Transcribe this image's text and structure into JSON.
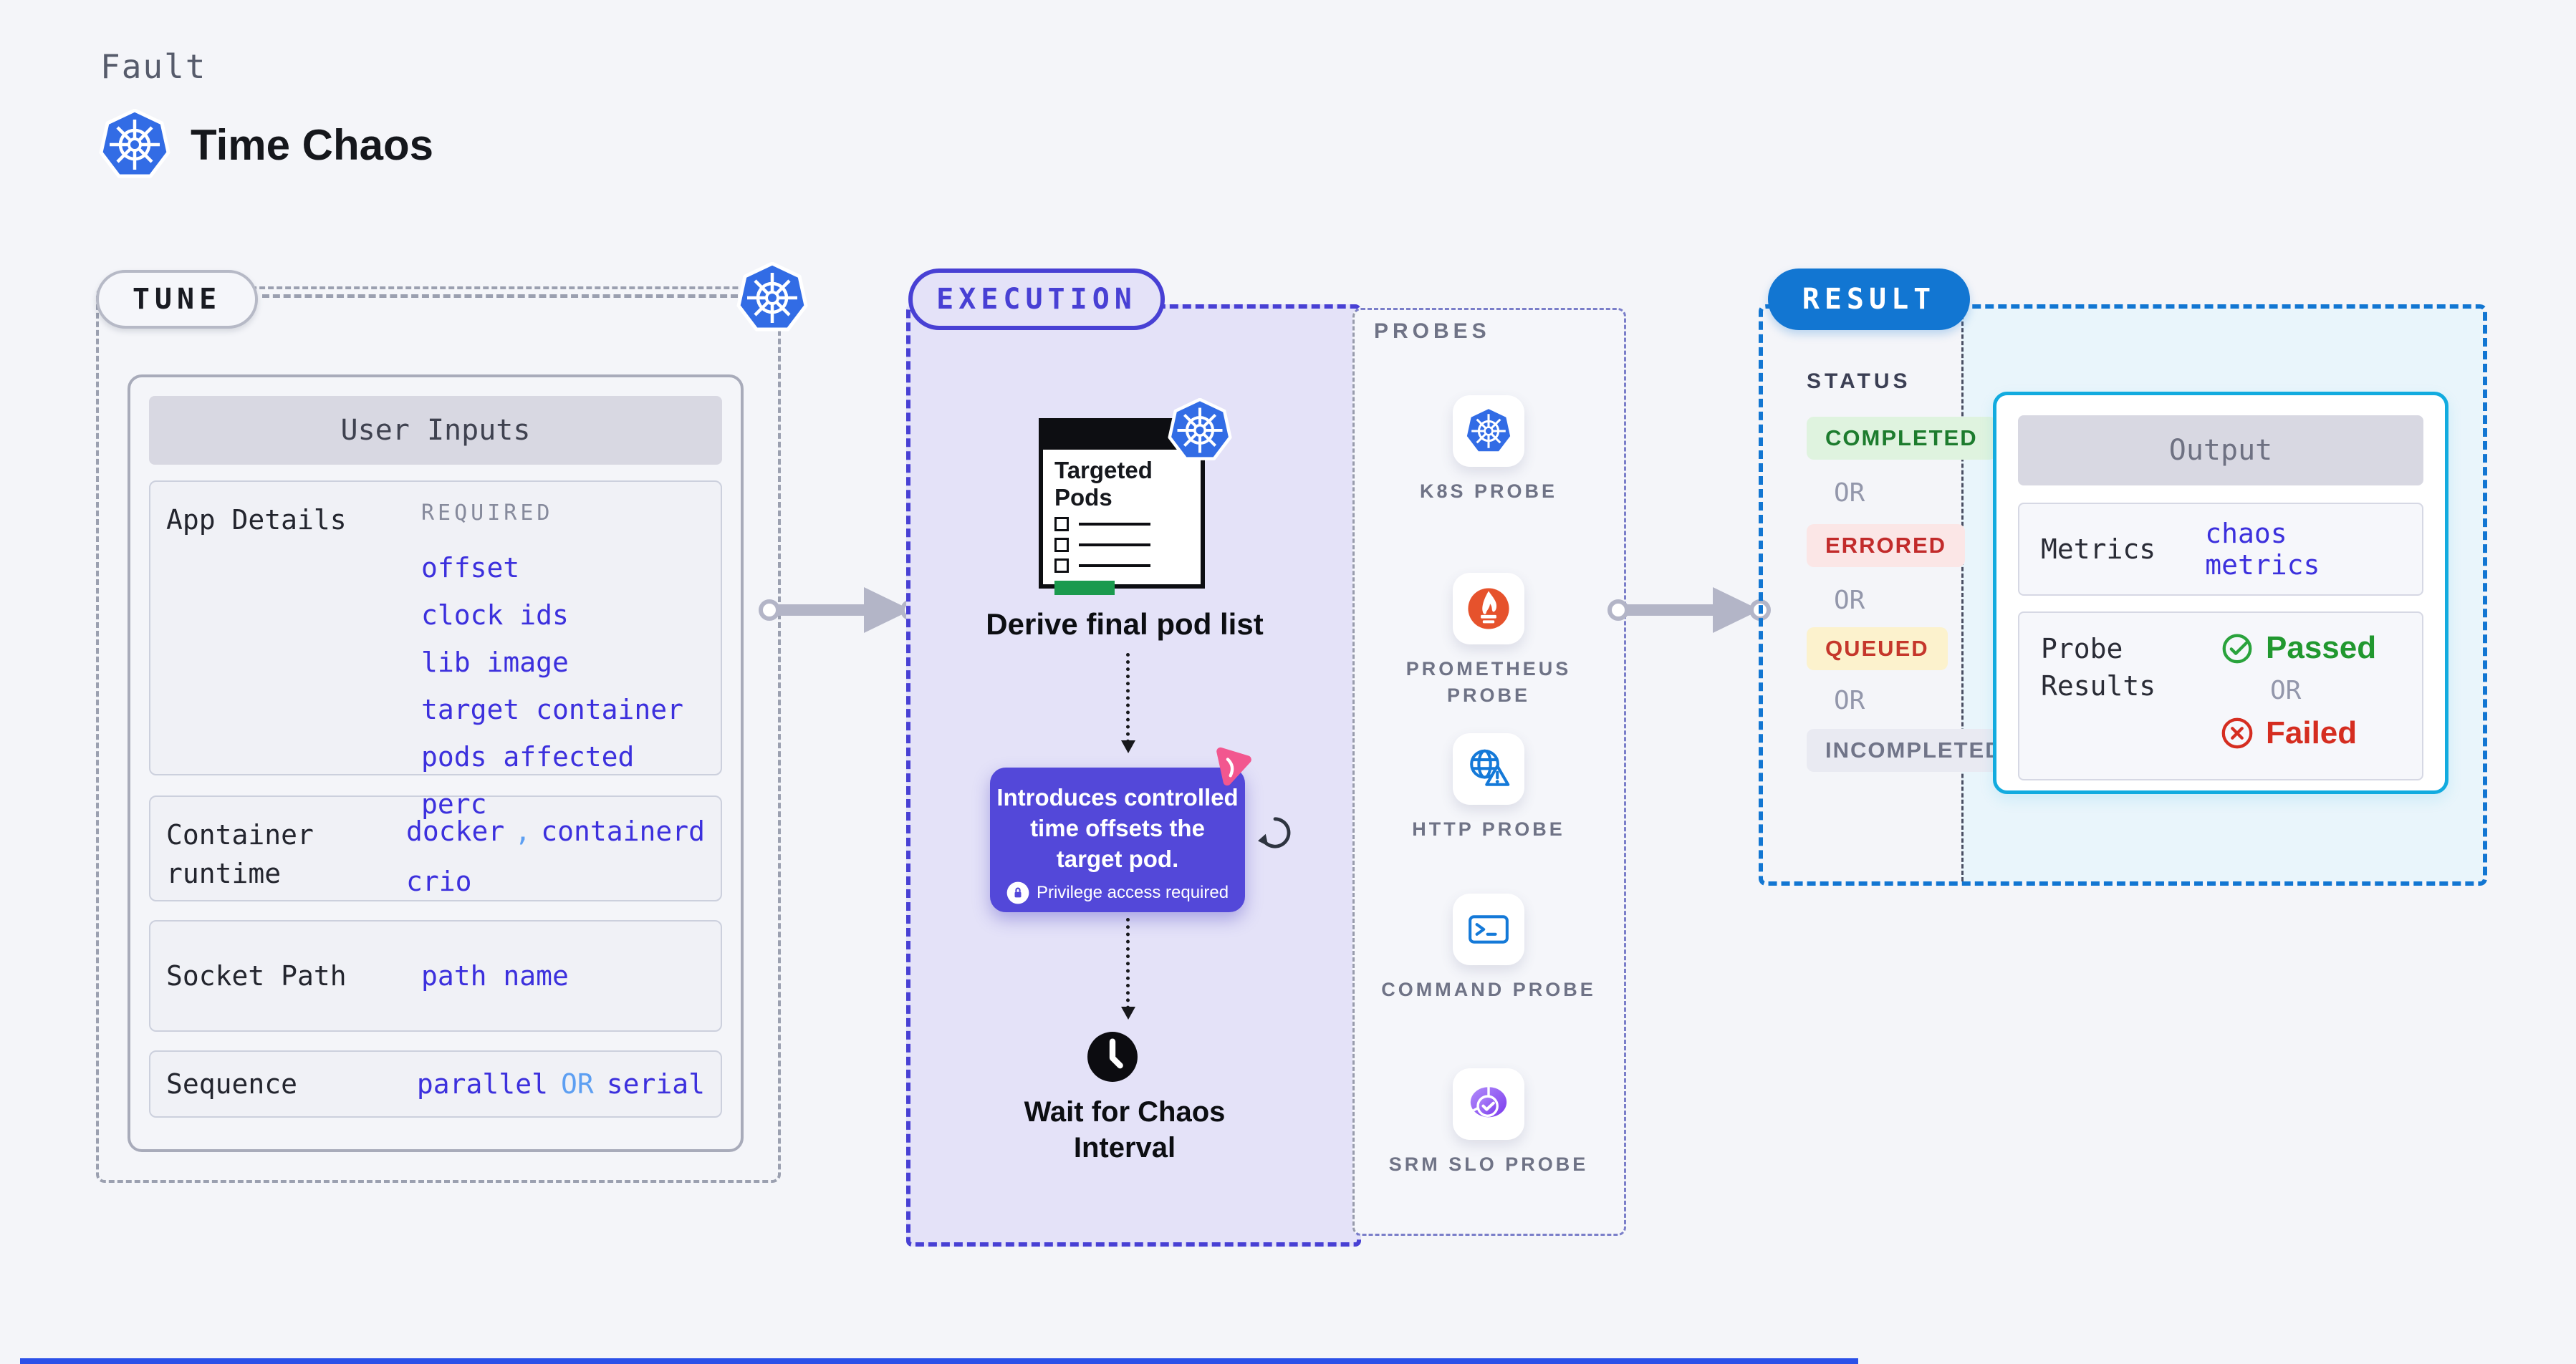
{
  "header": {
    "kicker": "Fault",
    "title": "Time Chaos"
  },
  "tune": {
    "badge": "TUNE",
    "panel_title": "User Inputs",
    "app_details": {
      "label": "App Details",
      "tag": "REQUIRED",
      "values": [
        "offset",
        "clock ids",
        "lib image",
        "target container",
        "pods affected perc"
      ]
    },
    "runtime": {
      "label": "Container runtime",
      "value_a": "docker",
      "comma": ",",
      "value_b": "containerd",
      "value_c": "crio"
    },
    "socket": {
      "label": "Socket Path",
      "value": "path name"
    },
    "sequence": {
      "label": "Sequence",
      "value_a": "parallel",
      "or": "OR",
      "value_b": "serial"
    }
  },
  "execution": {
    "badge": "EXECUTION",
    "pods_card_title": "Targeted Pods",
    "step_derive": "Derive final pod list",
    "action_lines": [
      "Introduces controlled",
      "time offsets the",
      "target pod."
    ],
    "action_note": "Privilege access required",
    "step_wait": "Wait for Chaos Interval"
  },
  "probes": {
    "title": "PROBES",
    "items": [
      {
        "label": "K8S PROBE",
        "icon": "kubernetes-icon"
      },
      {
        "label": "PROMETHEUS PROBE",
        "icon": "prometheus-icon"
      },
      {
        "label": "HTTP PROBE",
        "icon": "globe-warning-icon"
      },
      {
        "label": "COMMAND PROBE",
        "icon": "terminal-icon"
      },
      {
        "label": "SRM SLO PROBE",
        "icon": "slo-donut-check-icon"
      }
    ]
  },
  "result": {
    "badge": "RESULT",
    "status_label": "STATUS",
    "or": "OR",
    "statuses": [
      {
        "label": "COMPLETED",
        "bg": "#dff3df",
        "fg": "#1d7c2e"
      },
      {
        "label": "ERRORED",
        "bg": "#fbe6e6",
        "fg": "#c22b2b"
      },
      {
        "label": "QUEUED",
        "bg": "#fcf2cd",
        "fg": "#c5372b"
      },
      {
        "label": "INCOMPLETED",
        "bg": "#e9eaf2",
        "fg": "#707488"
      }
    ],
    "output": {
      "title": "Output",
      "metrics_label": "Metrics",
      "metrics_value": "chaos metrics",
      "probe_label": "Probe Results",
      "passed": "Passed",
      "or": "OR",
      "failed": "Failed"
    }
  },
  "colors": {
    "page_bg": "#f4f5f9",
    "accent_indigo": "#4840d4",
    "lavender_fill": "#e4e2f8",
    "accent_blue": "#1276d2",
    "cyan_border": "#12abdf",
    "cyan_fill": "#e9f5fb",
    "link_blue": "#3c30dd",
    "light_blue": "#5d9ff2",
    "k8s_blue": "#326ce5",
    "prometheus_orange": "#e6522c",
    "purple_card": "#5348d9",
    "pink_accent": "#f2578f",
    "green_pass": "#21982f",
    "red_fail": "#d52d20",
    "arrow_gray": "#b3b5c7"
  }
}
